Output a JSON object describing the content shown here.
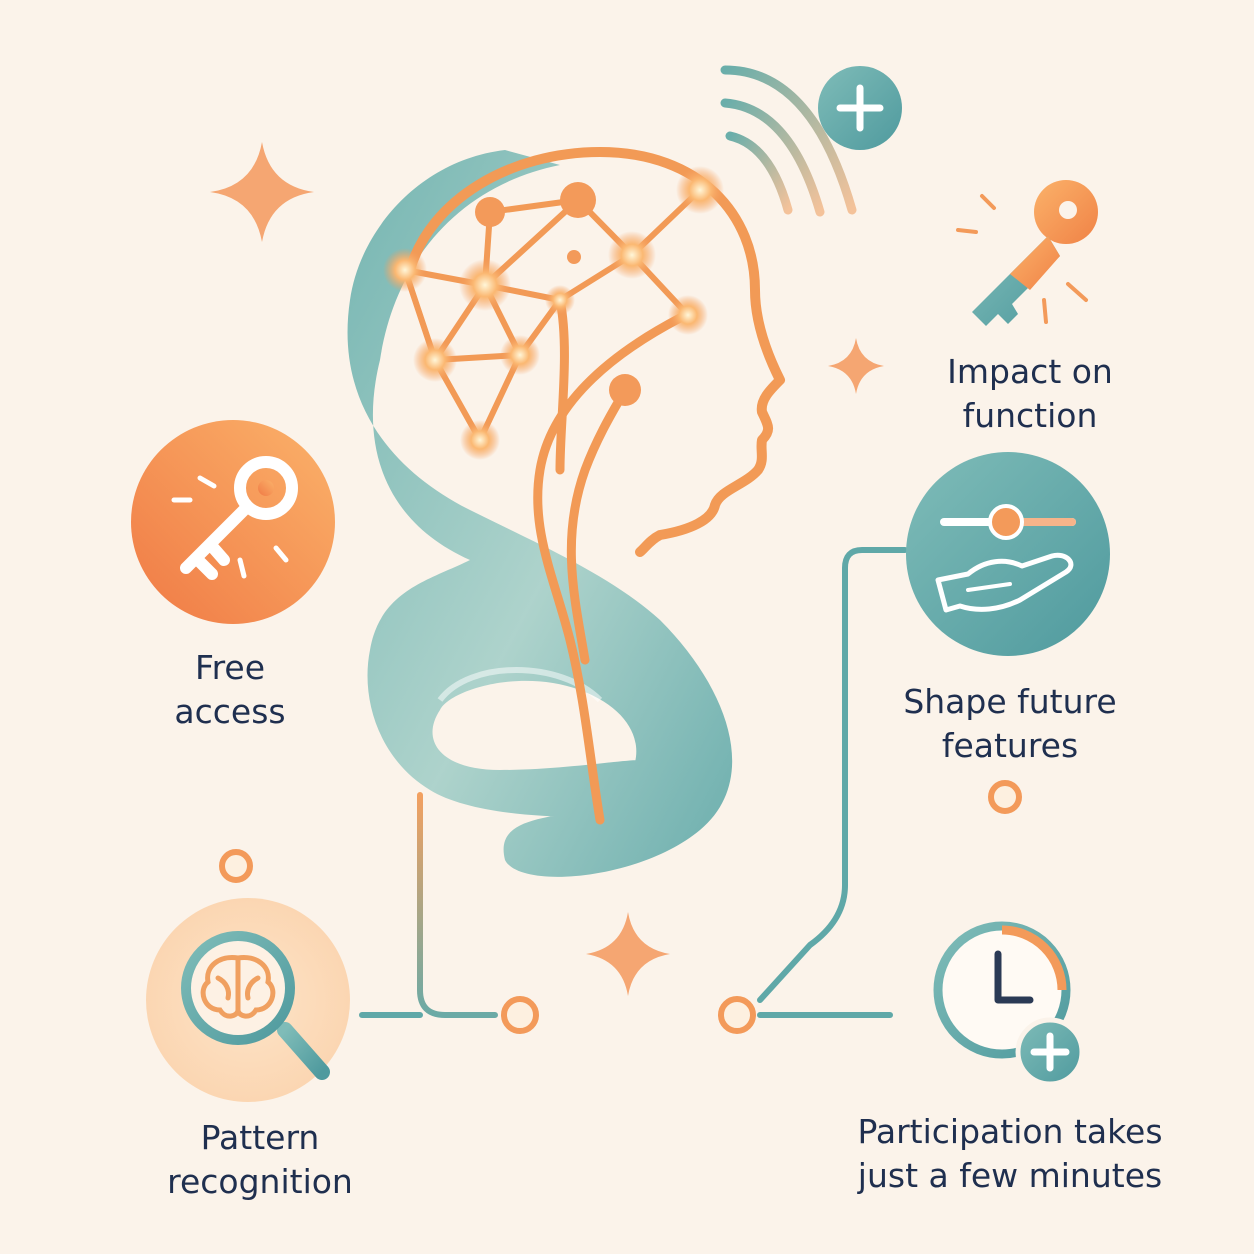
{
  "features": [
    {
      "id": "free-access",
      "lines": [
        "Free",
        "access"
      ],
      "icon": "key-icon"
    },
    {
      "id": "pattern-recognition",
      "lines": [
        "Pattern",
        "recognition"
      ],
      "icon": "brain-magnifier-icon"
    },
    {
      "id": "impact-on-function",
      "lines": [
        "Impact on",
        "function"
      ],
      "icon": "key-icon"
    },
    {
      "id": "shape-future-features",
      "lines": [
        "Shape future",
        "features"
      ],
      "icon": "slider-hand-icon"
    },
    {
      "id": "participation-time",
      "lines": [
        "Participation takes",
        "just a few minutes"
      ],
      "icon": "clock-plus-icon"
    }
  ],
  "decor_icons": [
    "head-profile-icon",
    "neural-network-icon",
    "ribbon-path-icon",
    "signal-waves-icon",
    "plus-badge-icon",
    "sparkle-icon"
  ],
  "colors": {
    "background": "#fbf3ea",
    "orange": "#f39a5a",
    "orange_dark": "#f0783f",
    "teal": "#5fa8a8",
    "teal_light": "#9fcaca",
    "text": "#1f2f4f"
  }
}
